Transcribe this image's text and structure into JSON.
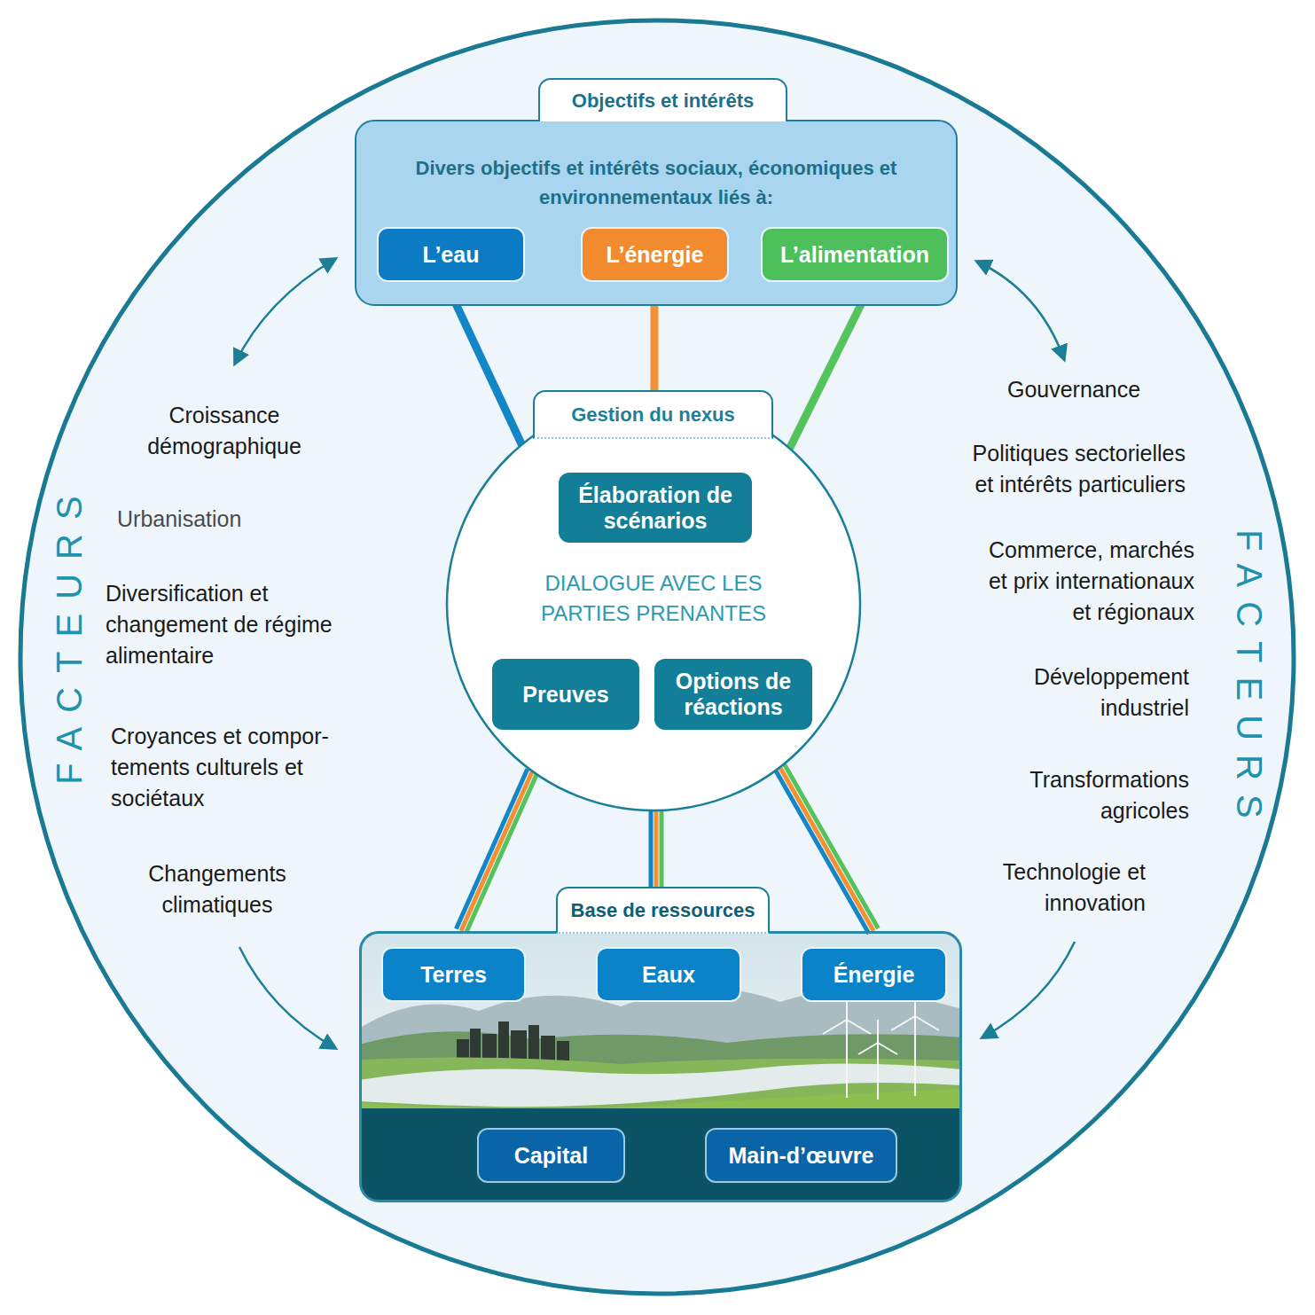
{
  "diagram": {
    "nodes": [
      {
        "text": [
          "Objectifs et intérêts",
          "Divers objectifs et intérêts sociaux, économiques et environnementaux liés à:"
        ]
      },
      {
        "text": [
          "L’eau"
        ],
        "in": 0
      },
      {
        "text": [
          "L’énergie"
        ],
        "in": 0
      },
      {
        "text": [
          "L’alimentation"
        ],
        "in": 0
      },
      {
        "text": [
          "Gestion du nexus",
          "DIALOGUE AVEC LES PARTIES PRENANTES"
        ]
      },
      {
        "text": [
          "Élaboration de scénarios"
        ],
        "in": 4
      },
      {
        "text": [
          "Preuves"
        ],
        "in": 4
      },
      {
        "text": [
          "Options de réactions"
        ],
        "in": 4
      },
      {
        "text": [
          "Base de ressources"
        ]
      },
      {
        "text": [
          "Terres"
        ],
        "in": 8
      },
      {
        "text": [
          "Eaux"
        ],
        "in": 8
      },
      {
        "text": [
          "Énergie"
        ],
        "in": 8
      },
      {
        "text": [
          "Capital"
        ],
        "in": 8
      },
      {
        "text": [
          "Main-d’œuvre"
        ],
        "in": 8
      }
    ],
    "edges": [
      {
        "from": 1,
        "to": 4,
        "arrow": "none"
      },
      {
        "from": 2,
        "to": 4,
        "arrow": "none"
      },
      {
        "from": 3,
        "to": 4,
        "arrow": "none"
      },
      {
        "from": 4,
        "to": 8,
        "arrow": "none"
      },
      {
        "from": 4,
        "to": 8,
        "arrow": "none"
      },
      {
        "from": 4,
        "to": 8,
        "arrow": "none"
      }
    ],
    "labels": [
      "FACTEURS",
      "Croissance démographique",
      "Urbanisation",
      "Diversification et changement de régime alimentaire",
      "Croyances et compor-tements culturels et sociétaux",
      "Changements climatiques",
      "Gouvernance",
      "Politiques sectorielles et intérêts particuliers",
      "Commerce, marchés et prix internationaux et régionaux",
      "Développement industriel",
      "Transformations agricoles",
      "Technologie et innovation",
      "FACTEURS"
    ]
  }
}
